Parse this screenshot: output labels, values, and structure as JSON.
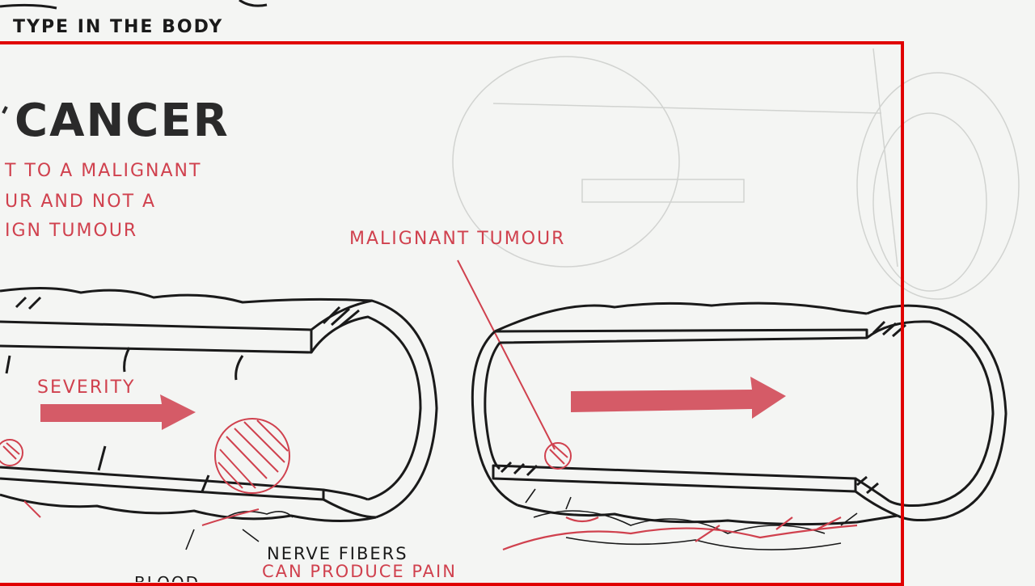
{
  "labels": {
    "top_fragment": "TYPE IN THE BODY",
    "title": "CANCER",
    "note_line1": "T TO A MALIGNANT",
    "note_line2": "UR AND NOT A",
    "note_line3": "IGN TUMOUR",
    "malignant": "MALIGNANT TUMOUR",
    "severity": "SEVERITY",
    "nerve_line1": "NERVE FIBERS",
    "nerve_line2": "CAN PRODUCE PAIN",
    "bottom_fragment": "BLOOD"
  },
  "colors": {
    "highlight_frame": "#e00000",
    "ink": "#1a1a1a",
    "red_marker": "#d0414e",
    "background": "#f4f5f3"
  }
}
